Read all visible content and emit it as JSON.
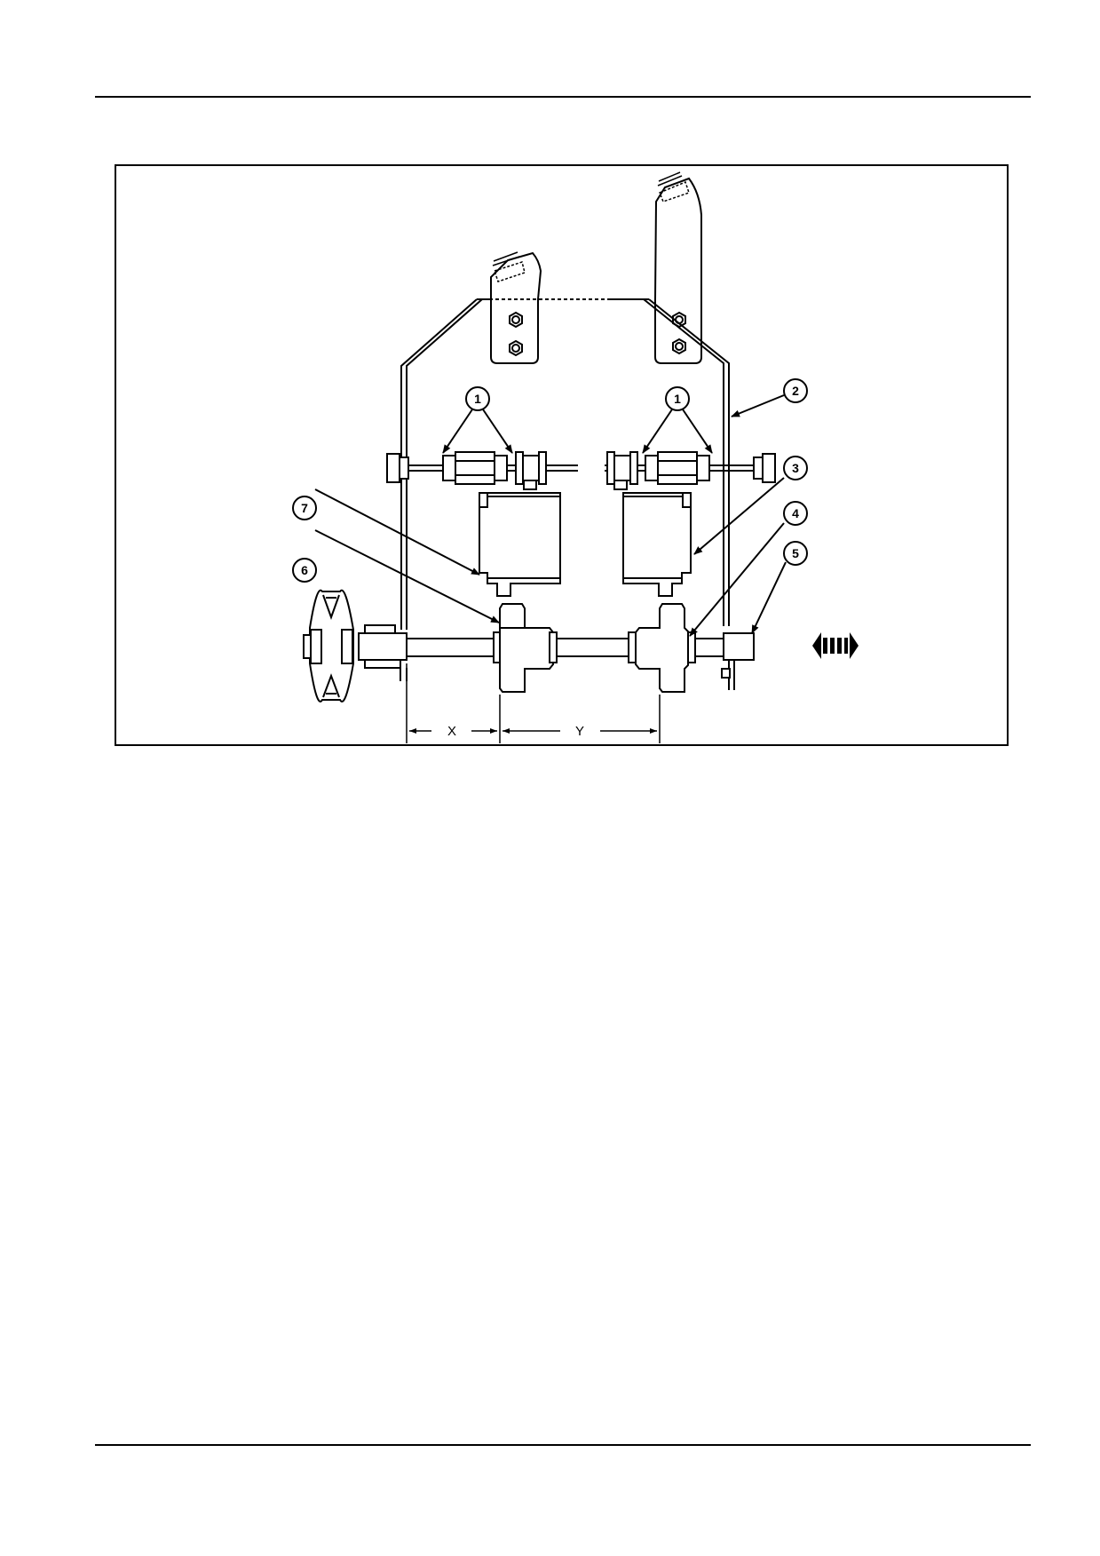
{
  "figure": {
    "callouts": [
      {
        "id": "callout-1a",
        "label": "1"
      },
      {
        "id": "callout-1b",
        "label": "1"
      },
      {
        "id": "callout-2",
        "label": "2"
      },
      {
        "id": "callout-3",
        "label": "3"
      },
      {
        "id": "callout-4",
        "label": "4"
      },
      {
        "id": "callout-5",
        "label": "5"
      },
      {
        "id": "callout-6",
        "label": "6"
      },
      {
        "id": "callout-7",
        "label": "7"
      }
    ],
    "dimensions": {
      "x_label": "X",
      "y_label": "Y"
    },
    "motion_indicator": "double-headed-arrow-icon"
  }
}
